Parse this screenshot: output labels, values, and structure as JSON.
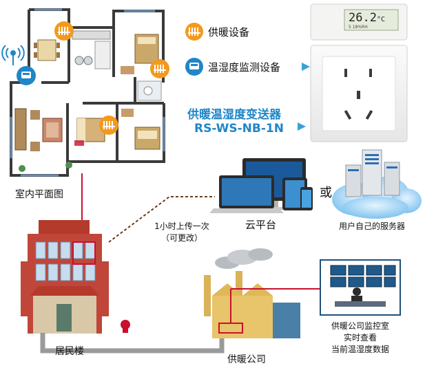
{
  "legend": {
    "heating_device": "供暖设备",
    "sensor_device": "温湿度监测设备"
  },
  "product": {
    "name": "供暖温湿度变送器",
    "model": "RS-WS-NB-1N"
  },
  "display": {
    "reading": "26.2",
    "unit": "°C",
    "humidity": "5 18%RH"
  },
  "labels": {
    "floor_plan": "室内平面图",
    "upload_line1": "1小时上传一次",
    "upload_line2": "（可更改）",
    "cloud": "云平台",
    "or": "或",
    "own_server": "用户自己的服务器",
    "residential": "居民楼",
    "heating_company": "供暖公司",
    "monitor_line1": "供暖公司监控室",
    "monitor_line2": "实时查看",
    "monitor_line3": "当前温湿度数据"
  },
  "colors": {
    "heating_orange": "#f39a1e",
    "sensor_blue": "#1f86c8",
    "line_red": "#c8102e",
    "building_red": "#b43a2c",
    "pipe_gray": "#9a9a9a"
  }
}
